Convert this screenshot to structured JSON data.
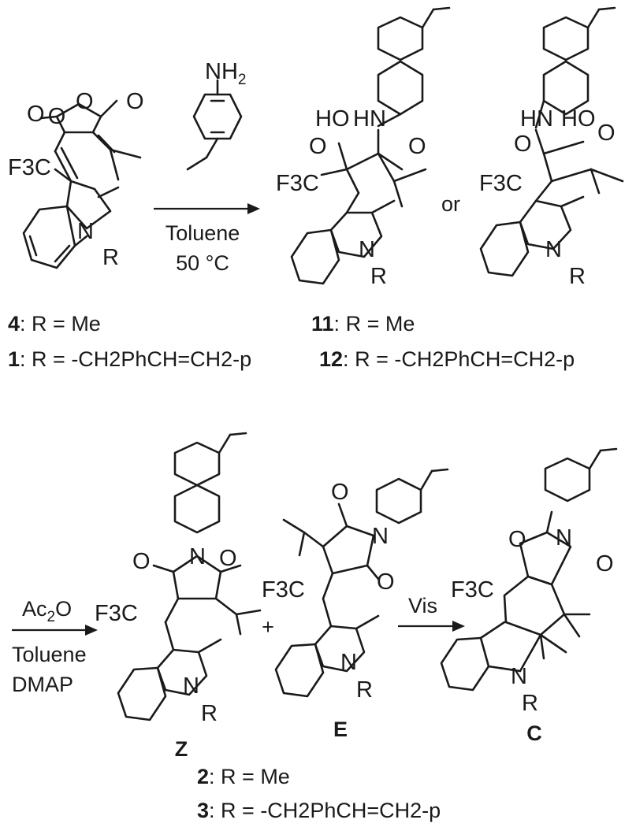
{
  "reaction1": {
    "reagent": {
      "amine": "NH2",
      "solvent": "Toluene",
      "temperature": "50 °C"
    },
    "connector": "or"
  },
  "compounds": {
    "c4": {
      "number": "4",
      "rgroup": "R = Me"
    },
    "c1": {
      "number": "1",
      "rgroup": "R = -CH2PhCH=CH2-p"
    },
    "c11": {
      "number": "11",
      "rgroup": "R = Me"
    },
    "c12": {
      "number": "12",
      "rgroup": "R = -CH2PhCH=CH2-p"
    },
    "c2": {
      "number": "2",
      "rgroup": "R = Me"
    },
    "c3": {
      "number": "3",
      "rgroup": "R = -CH2PhCH=CH2-p"
    }
  },
  "reaction2": {
    "reagent": "Ac2O",
    "solvent": "Toluene",
    "catalyst": "DMAP",
    "plus": "+",
    "light": "Vis",
    "isomers": {
      "Z": "Z",
      "E": "E",
      "C": "C"
    }
  },
  "atom_labels": {
    "F3C": "F3C",
    "N": "N",
    "R": "R",
    "O": "O",
    "OH": "HO",
    "HN": "HN"
  }
}
